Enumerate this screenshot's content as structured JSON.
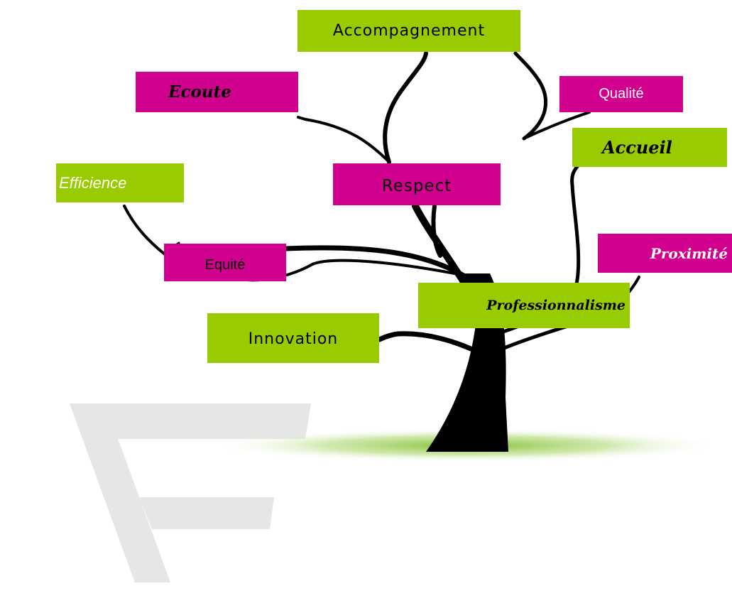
{
  "tree_labels": {
    "accompagnement": "Accompagnement",
    "ecoute": "Ecoute",
    "qualite": "Qualité",
    "accueil": "Accueil",
    "efficience": "Efficience",
    "respect": "Respect",
    "equite": "Equité",
    "proximite": "Proximité",
    "professionnalisme": "Professionnalisme",
    "innovation": "Innovation"
  },
  "colors": {
    "green_label": "#99cc00",
    "pink_label": "#d1008f",
    "trunk": "#000000",
    "ground_shadow": "#8cc43c",
    "watermark": "#e3e3e3"
  }
}
